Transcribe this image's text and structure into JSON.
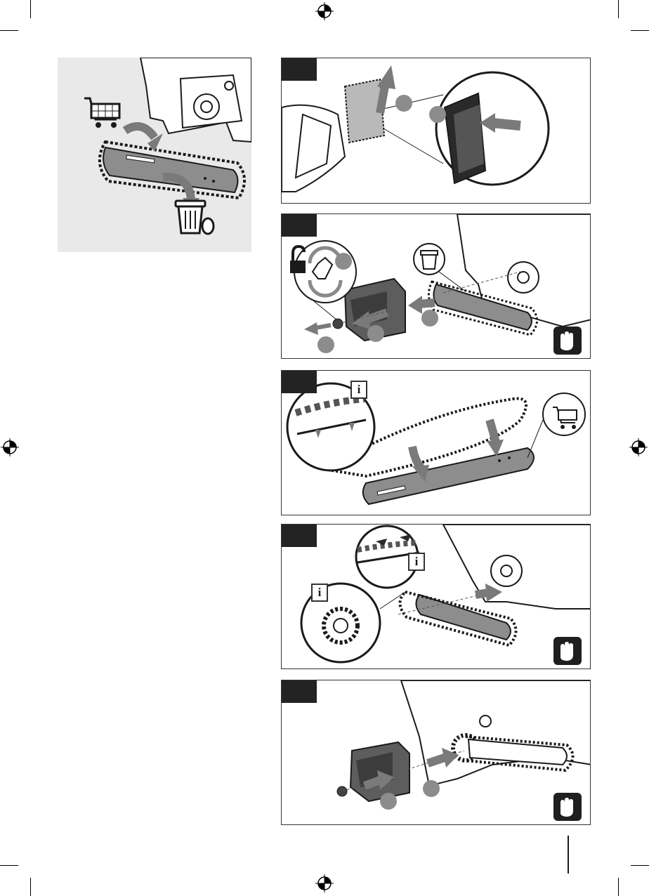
{
  "info_marks": {
    "panel3": "i",
    "panel4_top": "i",
    "panel4_left": "i"
  },
  "colors": {
    "tag": "#232323",
    "panel_bg": "#ffffff",
    "overview_bg": "#e9e9e9",
    "callout": "#8c8c8c",
    "arrow": "#7a7a7a",
    "ink": "#1a1a1a"
  },
  "icons": [
    "cart-icon",
    "trash-icon",
    "gloves-icon",
    "unlock-icon",
    "rotate-icon",
    "info-icon",
    "registration-mark-icon"
  ]
}
